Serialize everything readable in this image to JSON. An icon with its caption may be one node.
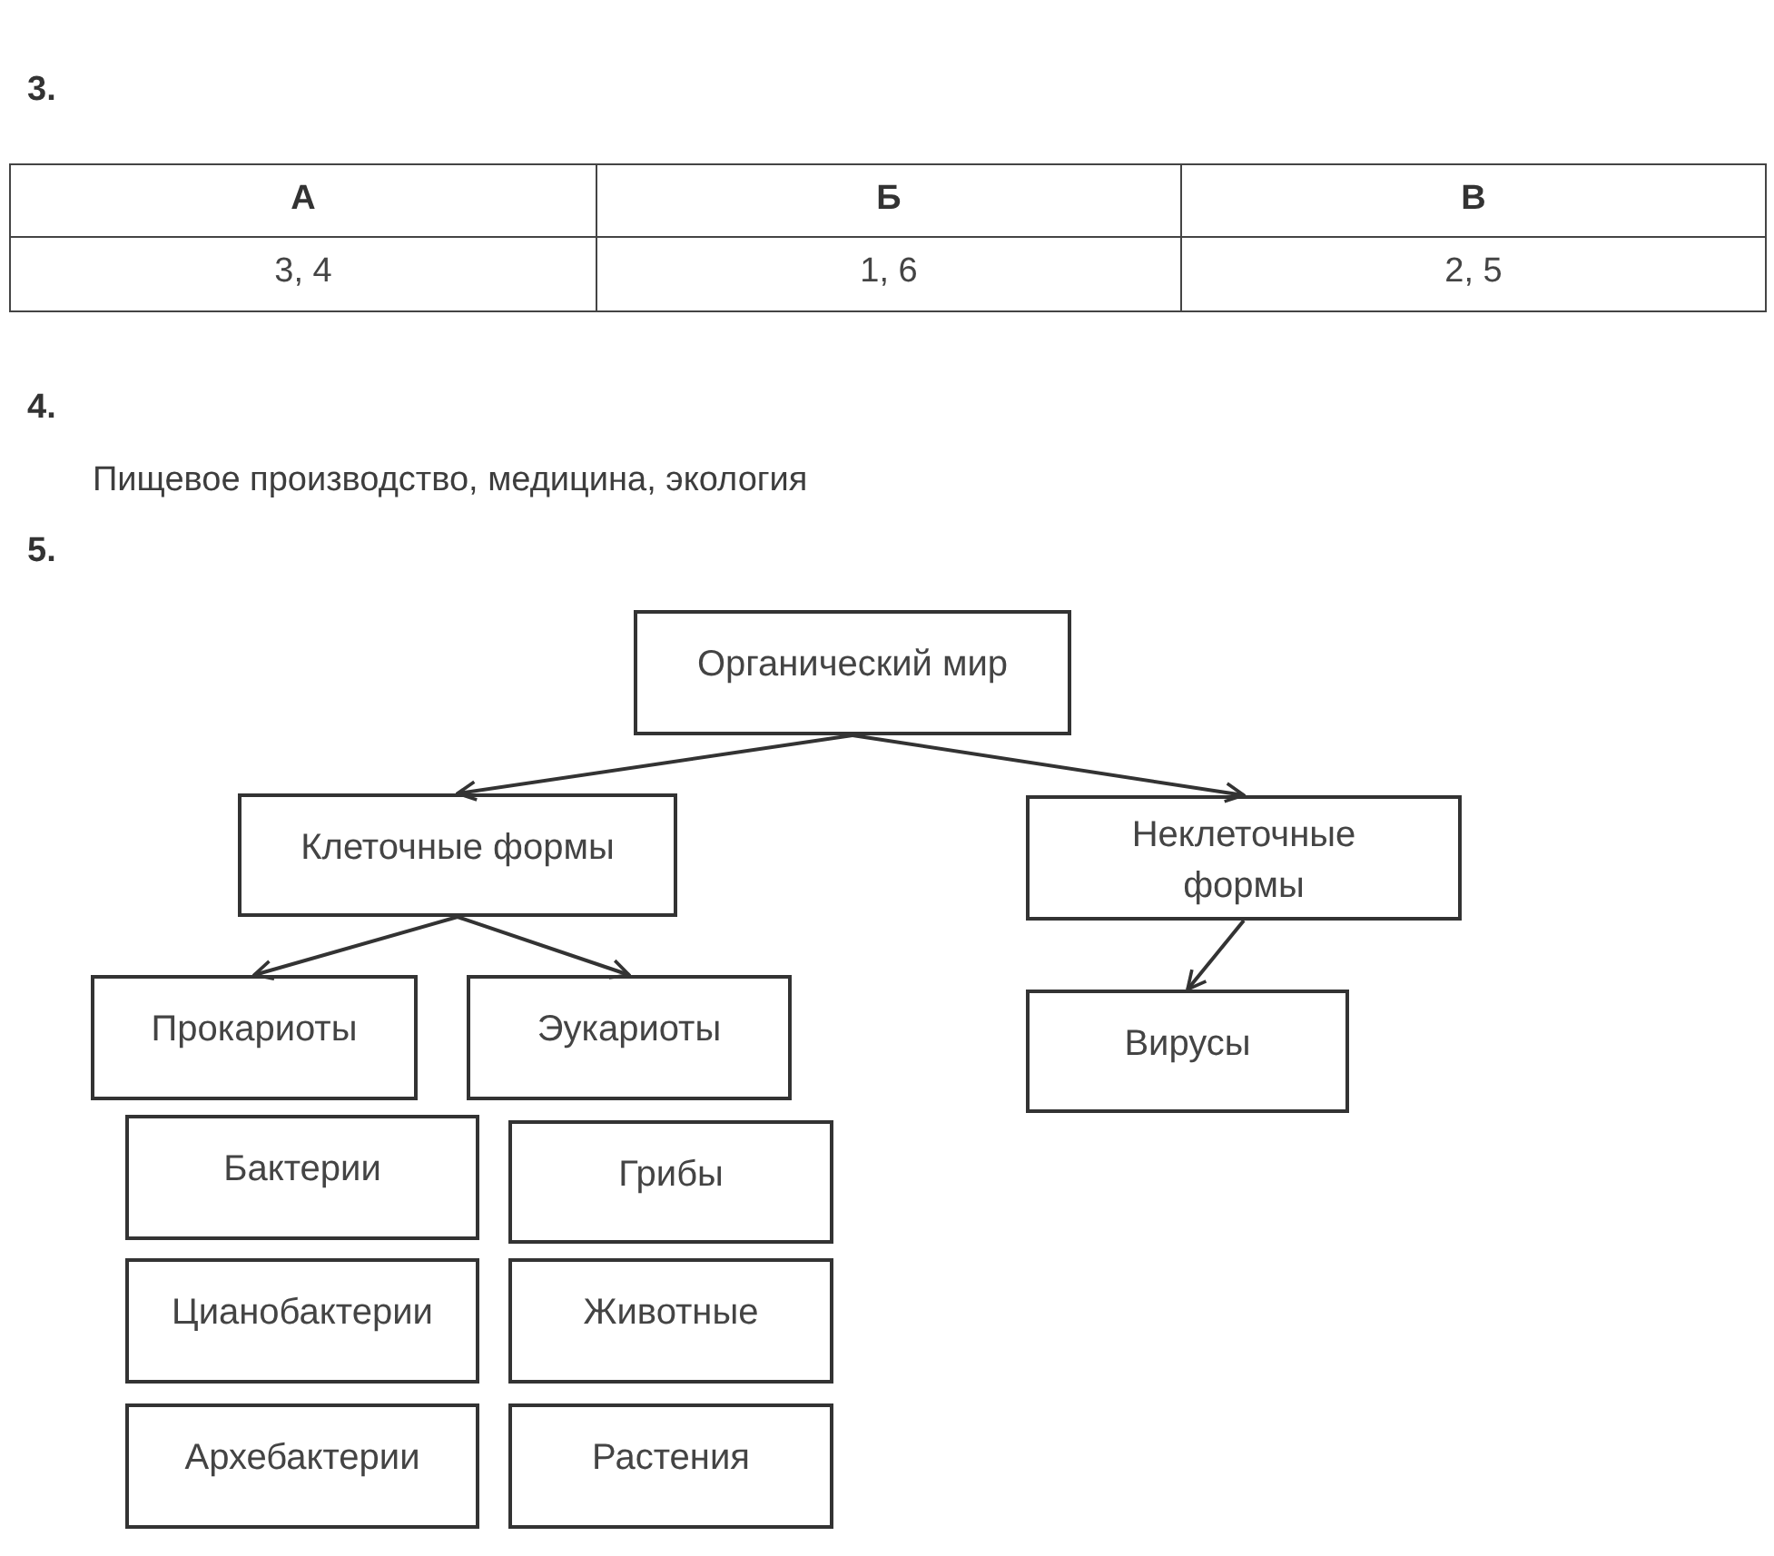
{
  "diagram": {
    "nodes": [
      {
        "text": [
          "Органический мир"
        ]
      },
      {
        "text": [
          "Клеточные формы"
        ]
      },
      {
        "text": [
          "Неклеточные формы"
        ]
      },
      {
        "text": [
          "Прокариоты"
        ]
      },
      {
        "text": [
          "Эукариоты"
        ]
      },
      {
        "text": [
          "Вирусы"
        ]
      },
      {
        "text": [
          "Бактерии"
        ]
      },
      {
        "text": [
          "Грибы"
        ]
      },
      {
        "text": [
          "Цианобактерии"
        ]
      },
      {
        "text": [
          "Животные"
        ]
      },
      {
        "text": [
          "Архебактерии"
        ]
      },
      {
        "text": [
          "Растения"
        ]
      }
    ],
    "edges": [
      {
        "from": 0,
        "to": 1,
        "arrow": "to"
      },
      {
        "from": 0,
        "to": 2,
        "arrow": "to"
      },
      {
        "from": 1,
        "to": 3,
        "arrow": "to"
      },
      {
        "from": 1,
        "to": 4,
        "arrow": "to"
      },
      {
        "from": 2,
        "to": 5,
        "arrow": "to"
      }
    ],
    "labels": [
      "3.",
      "А",
      "Б",
      "В",
      "3, 4",
      "1, 6",
      "2, 5",
      "4.",
      "Пищевое производство, медицина, экология",
      "5."
    ]
  }
}
